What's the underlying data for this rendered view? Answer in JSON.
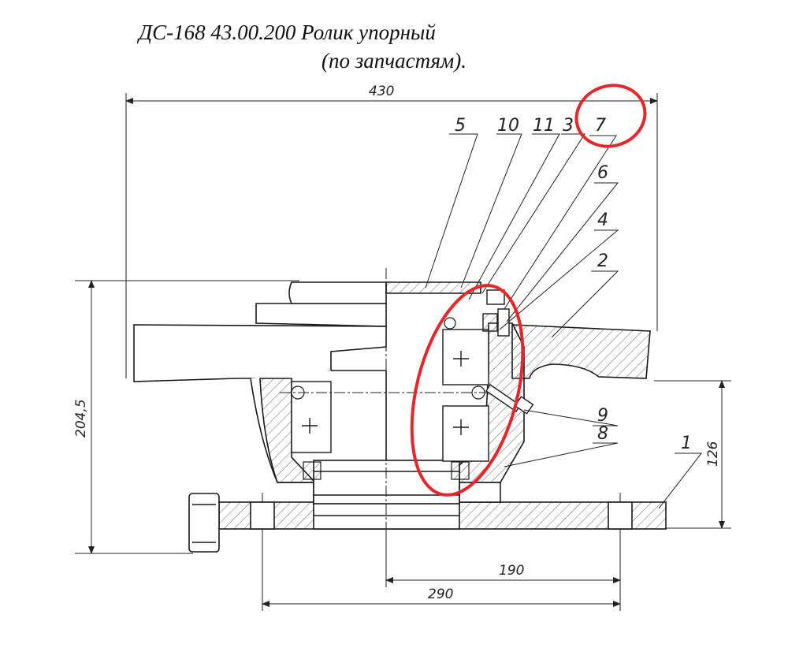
{
  "title": {
    "line1": "ДС-168 43.00.200 Ролик упорный",
    "line2": "(по запчастям)."
  },
  "dimensions": {
    "overall_width": "430",
    "overall_height": "204,5",
    "base_to_flange": "126",
    "half_base_span": "190",
    "hole_span": "290"
  },
  "callouts": [
    "5",
    "10",
    "11",
    "3",
    "7",
    "6",
    "4",
    "2",
    "9",
    "8",
    "1"
  ],
  "colors": {
    "line": "#1a1a1a",
    "hatch": "#555555",
    "highlight": "#e8262a"
  }
}
